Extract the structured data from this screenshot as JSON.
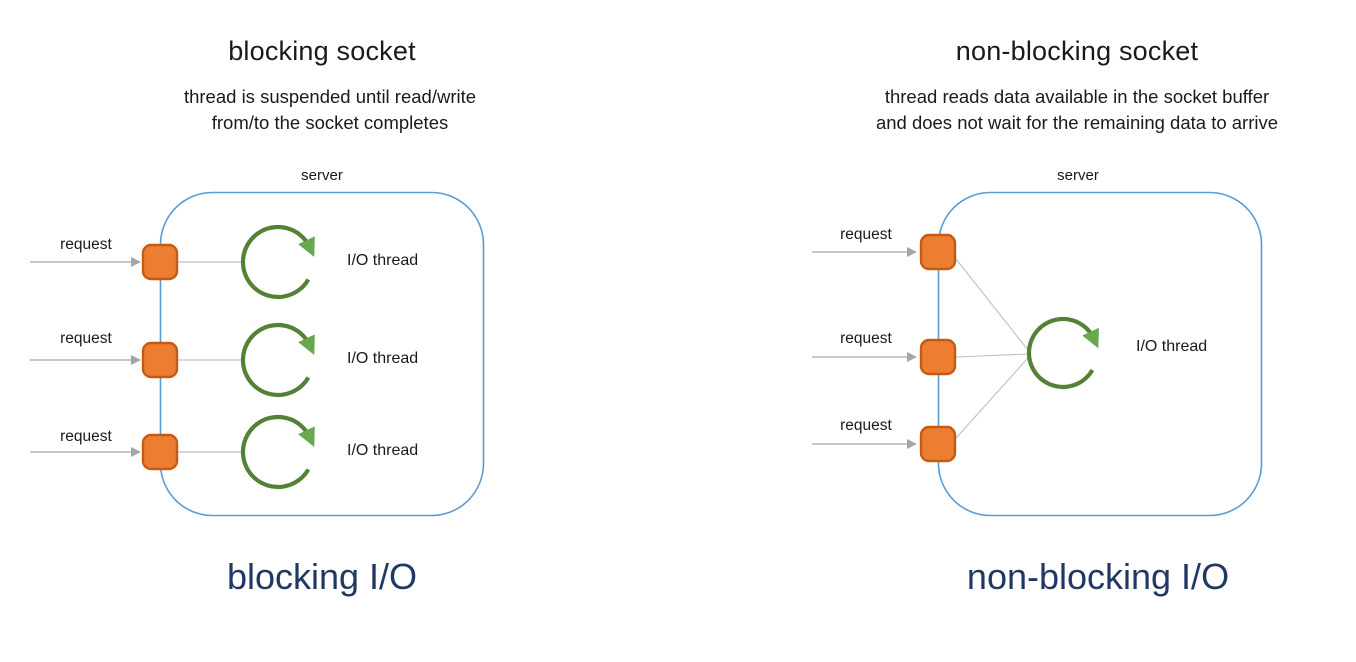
{
  "left_panel": {
    "title": "blocking socket",
    "subtitle": "thread is suspended until read/write\nfrom/to the socket completes",
    "server_label": "server",
    "request_label": "request",
    "io_thread_label": "I/O thread",
    "caption": "blocking I/O",
    "request_count": 3,
    "io_thread_count": 3
  },
  "right_panel": {
    "title": "non-blocking socket",
    "subtitle": "thread reads data available in the socket buffer\nand does not wait for the remaining data to arrive",
    "server_label": "server",
    "request_label": "request",
    "io_thread_label": "I/O thread",
    "caption": "non-blocking I/O",
    "request_count": 3,
    "io_thread_count": 1
  },
  "colors": {
    "server_box_border": "#5B9BD5",
    "socket_fill": "#ED7D31",
    "socket_border": "#C55A11",
    "thread_loop_stroke": "#538135",
    "thread_loop_arrow": "#69A84F",
    "request_arrow": "#A6A6A6",
    "connector_line": "#BFBFBF",
    "caption_text": "#1F3864",
    "body_text": "#1A1A1A",
    "background": "#FFFFFF"
  }
}
